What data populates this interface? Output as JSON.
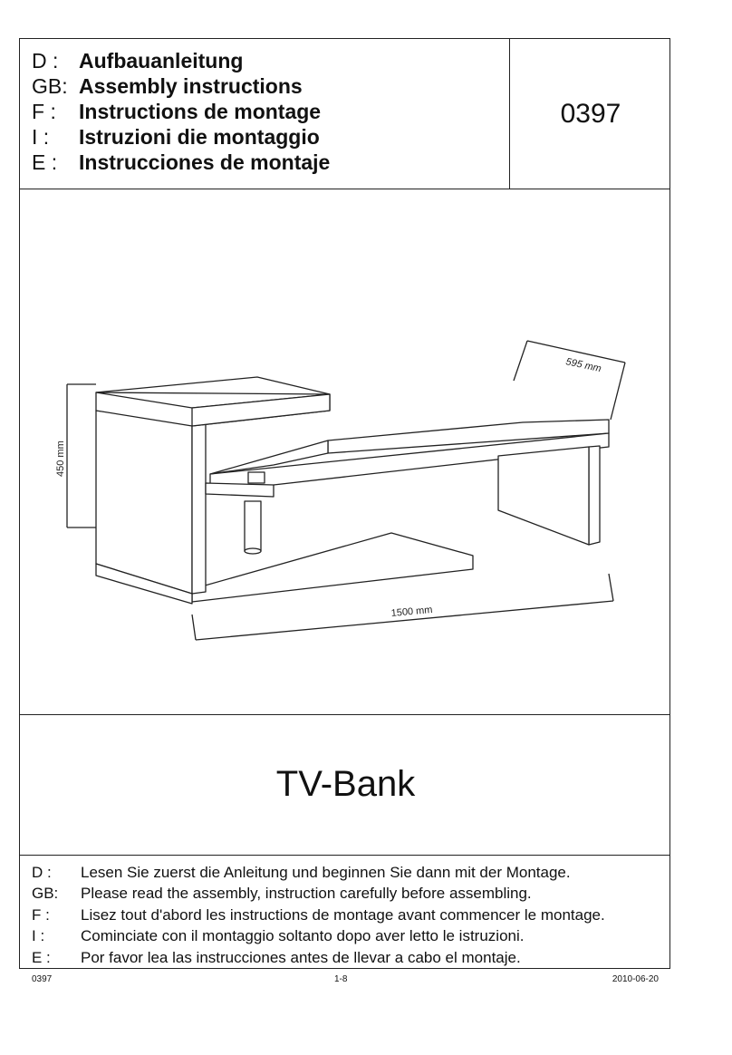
{
  "header": {
    "titles": [
      {
        "code": "D  :",
        "text": "Aufbauanleitung"
      },
      {
        "code": "GB:",
        "text": "Assembly instructions"
      },
      {
        "code": "F  :",
        "text": "Instructions de montage"
      },
      {
        "code": "I   :",
        "text": "Istruzioni die montaggio"
      },
      {
        "code": "E  :",
        "text": "Instrucciones de montaje"
      }
    ],
    "doc_number": "0397"
  },
  "illustration": {
    "depth_label": "595 mm",
    "height_label": "450 mm",
    "width_label": "1500  mm"
  },
  "product_name": "TV-Bank",
  "notes": [
    {
      "code": "D  :",
      "text": "Lesen Sie zuerst die Anleitung und beginnen Sie dann mit der Montage."
    },
    {
      "code": "GB:",
      "text": "Please read the assembly, instruction carefully before assembling."
    },
    {
      "code": "F  :",
      "text": "Lisez tout d'abord les instructions de montage avant commencer le montage."
    },
    {
      "code": "I   :",
      "text": "Cominciate con il montaggio soltanto dopo aver letto le istruzioni."
    },
    {
      "code": "E  :",
      "text": "Por favor lea las instrucciones antes de llevar a cabo el montaje."
    }
  ],
  "footer": {
    "left": "0397",
    "center": "1-8",
    "right": "2010-06-20"
  }
}
